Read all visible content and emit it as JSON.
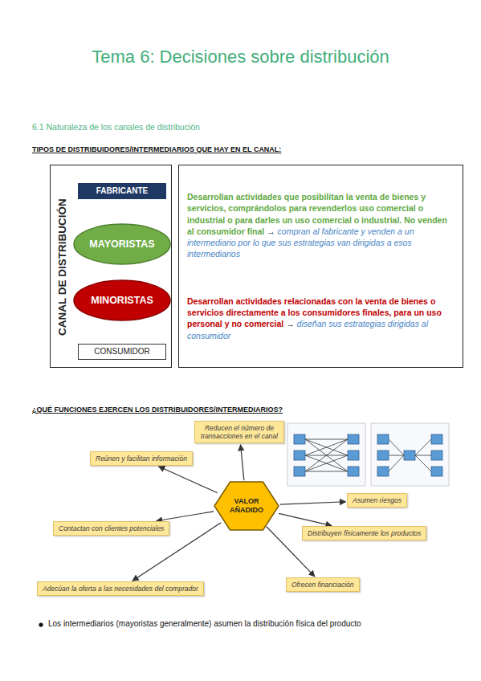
{
  "diagram": {
    "title": "Tema 6: Decisiones sobre distribución",
    "nodes": [
      {
        "text": [
          "CANAL DE DISTRIBUCIÓN"
        ]
      },
      {
        "text": [
          "FABRICANTE"
        ],
        "in": 0
      },
      {
        "text": [
          "MAYORISTAS"
        ],
        "in": 0
      },
      {
        "text": [
          "MINORISTAS"
        ],
        "in": 0
      },
      {
        "text": [
          "CONSUMIDOR"
        ],
        "in": 0
      },
      {
        "text": [
          "Desarrollan actividades que posibilitan la venta de bienes y servicios, comprándolos para revenderlos uso comercial o industrial o para darles un uso comercial o industrial. No venden al consumidor final",
          "→",
          "compran al fabricante y venden a un intermediario por lo que sus estrategias van dirigidas a esos intermediarios",
          "Desarrollan actividades relacionadas con la venta de bienes o servicios directamente a los consumidores finales, para un uso personal y no comercial",
          "→",
          "diseñan sus estrategias dirigidas al consumidor"
        ]
      },
      {
        "text": [
          "VALOR AÑADIDO"
        ]
      },
      {
        "text": [
          "Reducen el número de transacciones en el canal"
        ]
      },
      {
        "text": [
          "Reúnen y facilitan información"
        ]
      },
      {
        "text": [
          "Asumen riesgos"
        ]
      },
      {
        "text": [
          "Contactan con clientes potenciales"
        ]
      },
      {
        "text": [
          "Distribuyen físicamente los productos"
        ]
      },
      {
        "text": [
          "Adecúan la oferta a las necesidades del comprador"
        ]
      },
      {
        "text": [
          "Ofrecen financiación"
        ]
      }
    ],
    "edges": [
      {
        "from": 1,
        "to": 2,
        "arrow": "to"
      },
      {
        "from": 2,
        "to": 3,
        "arrow": "to"
      },
      {
        "from": 3,
        "to": 4,
        "arrow": "to"
      },
      {
        "from": 6,
        "to": 7,
        "arrow": "to"
      },
      {
        "from": 6,
        "to": 8,
        "arrow": "to"
      },
      {
        "from": 6,
        "to": 9,
        "arrow": "to"
      },
      {
        "from": 6,
        "to": 10,
        "arrow": "to"
      },
      {
        "from": 6,
        "to": 11,
        "arrow": "to"
      },
      {
        "from": 6,
        "to": 12,
        "arrow": "to"
      },
      {
        "from": 6,
        "to": 13,
        "arrow": "to"
      }
    ],
    "labels": [
      "6.1 Naturaleza de los canales de distribución",
      "TIPOS DE DISTRIBUIDORES/INTERMEDIARIOS QUE HAY EN EL CANAL:",
      "¿QUÉ FUNCIONES EJERCEN LOS DISTRIBUIDORES/INTERMEDIARIOS?",
      "Los intermediarios (mayoristas generalmente) asumen la distribución física del producto"
    ]
  }
}
